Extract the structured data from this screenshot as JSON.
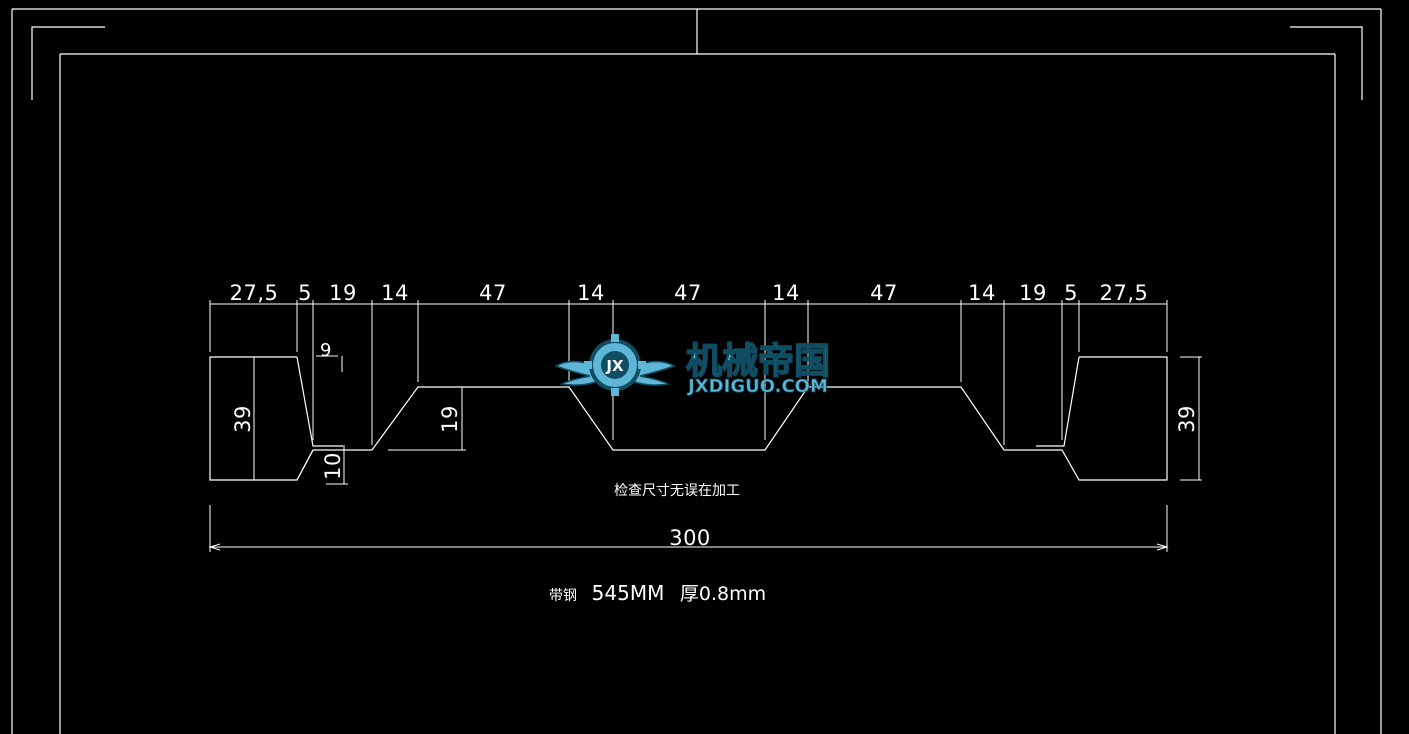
{
  "colors": {
    "background": "#000000",
    "lines": "#ffffff",
    "logo_primary": "#5fb6d6",
    "logo_dark": "#0f4d63"
  },
  "dimensions": {
    "top": [
      "27,5",
      "5",
      "19",
      "14",
      "47",
      "14",
      "47",
      "14",
      "47",
      "14",
      "19",
      "5",
      "27,5"
    ],
    "left_height": "39",
    "right_height": "39",
    "step": "9",
    "center_depth": "19",
    "bottom_small": "10",
    "overall_width": "300"
  },
  "note": "检查尺寸无误在加工",
  "spec": {
    "label": "带钢",
    "width": "545MM",
    "thickness": "厚0.8mm"
  },
  "logo": {
    "cn": "机械帝国",
    "en": "JXDIGUO.COM",
    "badge": "JX",
    "icon": "gear-wings-icon"
  }
}
